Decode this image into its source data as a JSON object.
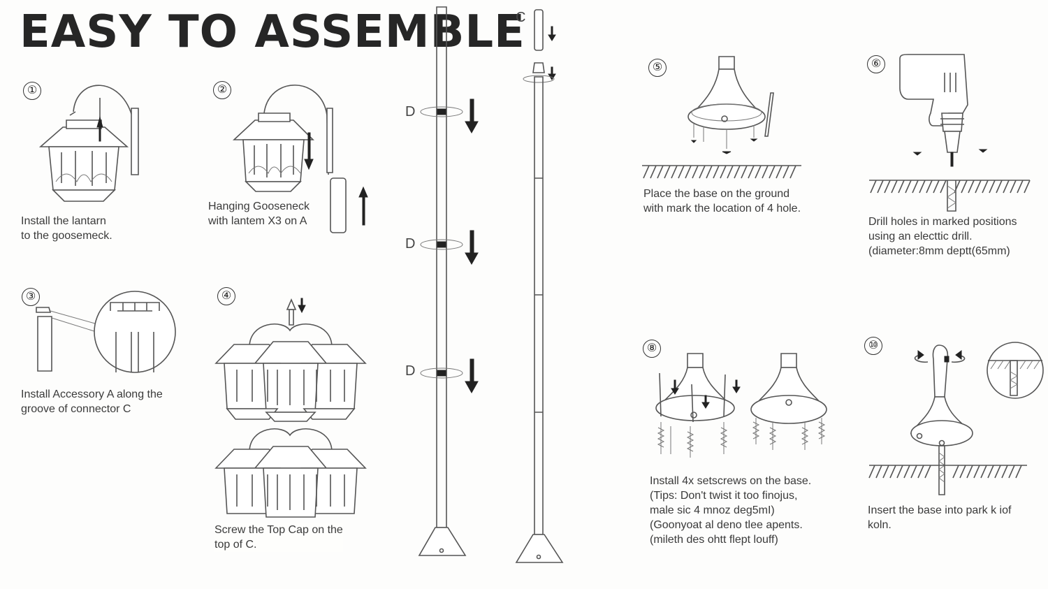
{
  "title": "EASY TO ASSEMBLE",
  "steps": [
    {
      "number": "①",
      "caption": "Install the lantarn\nto the goosemeck."
    },
    {
      "number": "②",
      "caption": "Hanging Gooseneck\nwith lantem X3 on A"
    },
    {
      "number": "③",
      "caption": "Install Accessory A along the\ngroove of connector C"
    },
    {
      "number": "④",
      "caption": "Screw the Top Cap on the\ntop of C."
    },
    {
      "number": "⑤",
      "caption": "Place the base on the ground\nwith mark the location of 4 hole."
    },
    {
      "number": "⑥",
      "caption": "Drill holes in marked positions\nusing an electtic drill.\n(diameter:8mm deptt(65mm)"
    },
    {
      "number": "⑧",
      "caption": "Install 4x setscrews on the base.\n(Tips: Don't twist it too finojus,\nmale sic 4 mnoz deg5mI)\n(Goonyoat al deno tlee apents.\n (mileth des ohtt flept louff)"
    },
    {
      "number": "⑩",
      "caption": "Insert the base into park k iof\nkoln."
    }
  ],
  "pole_labels": {
    "c": "C",
    "d1": "D",
    "d2": "D",
    "d3": "D"
  }
}
